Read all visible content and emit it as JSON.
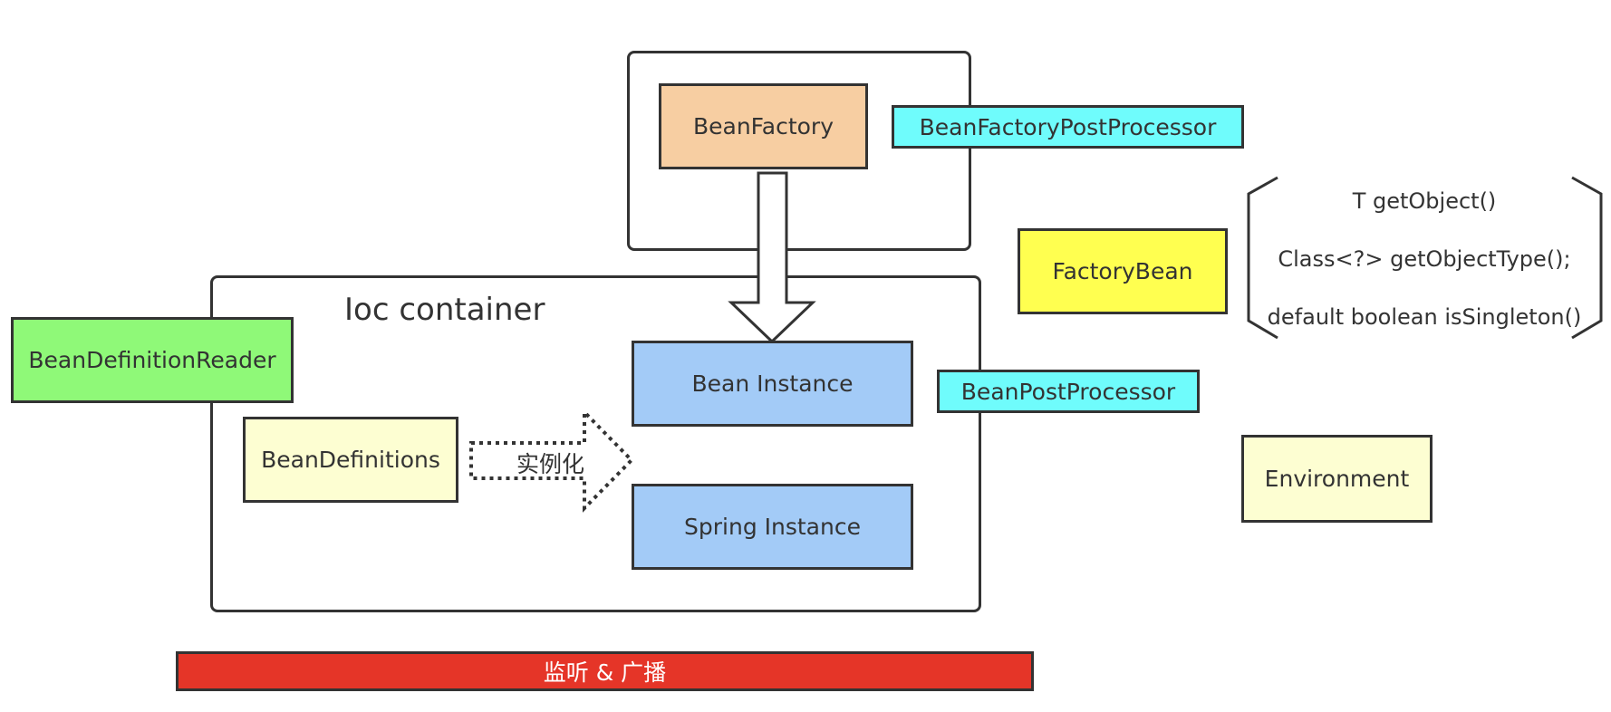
{
  "nodes": {
    "bean_factory": {
      "label": "BeanFactory",
      "color": "#f7ceA2"
    },
    "bean_factory_post_processor": {
      "label": "BeanFactoryPostProcessor",
      "color": "#6ffcfc"
    },
    "factory_bean": {
      "label": "FactoryBean",
      "color": "#ffff50"
    },
    "bean_definition_reader": {
      "label": "BeanDefinitionReader",
      "color": "#8ff978"
    },
    "bean_definitions": {
      "label": "BeanDefinitions",
      "color": "#fdfed2"
    },
    "bean_instance": {
      "label": "Bean Instance",
      "color": "#a3cbf7"
    },
    "spring_instance": {
      "label": "Spring Instance",
      "color": "#a3cbf7"
    },
    "bean_post_processor": {
      "label": "BeanPostProcessor",
      "color": "#6ffcfc"
    },
    "environment": {
      "label": "Environment",
      "color": "#fdfed2"
    },
    "event_bar": {
      "label": "监听 & 广播",
      "color": "#e53528"
    }
  },
  "containers": {
    "ioc_container": {
      "title": "Ioc container"
    }
  },
  "edges": {
    "instantiate": {
      "label": "实例化"
    }
  },
  "factory_bean_methods": [
    "T getObject()",
    "Class<?> getObjectType();",
    "default boolean isSingleton()"
  ]
}
